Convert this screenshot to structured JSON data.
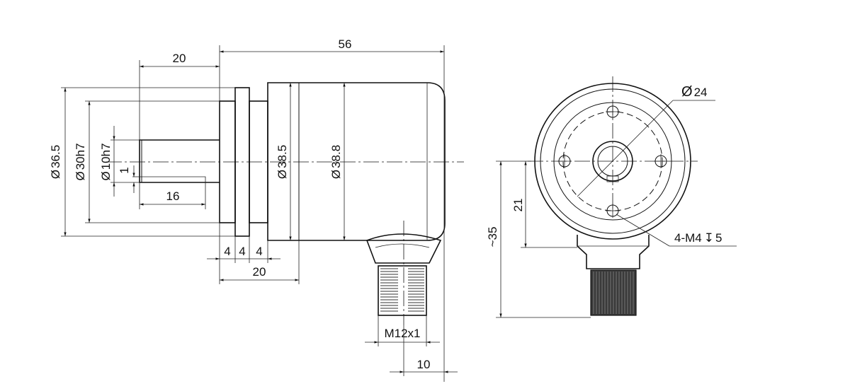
{
  "drawing": {
    "dimensions": {
      "overall_length": "56",
      "shaft_length": "20",
      "flange_width": "20",
      "flange_step_1": "4",
      "flange_step_2": "4",
      "flange_step_3": "4",
      "key_length": "16",
      "key_depth": "1",
      "dia_flange": "36.5",
      "dia_pilot": "30h7",
      "dia_shaft": "10h7",
      "dia_body_1": "38.5",
      "dia_body_2": "38.8",
      "connector_thread": "M12x1",
      "connector_offset": "10",
      "bolt_circle": "24",
      "center_height": "21",
      "total_height": "~35",
      "holes": "4-M4",
      "hole_depth": "5"
    },
    "symbols": {
      "diameter": "Ø",
      "depth": "↧"
    }
  }
}
